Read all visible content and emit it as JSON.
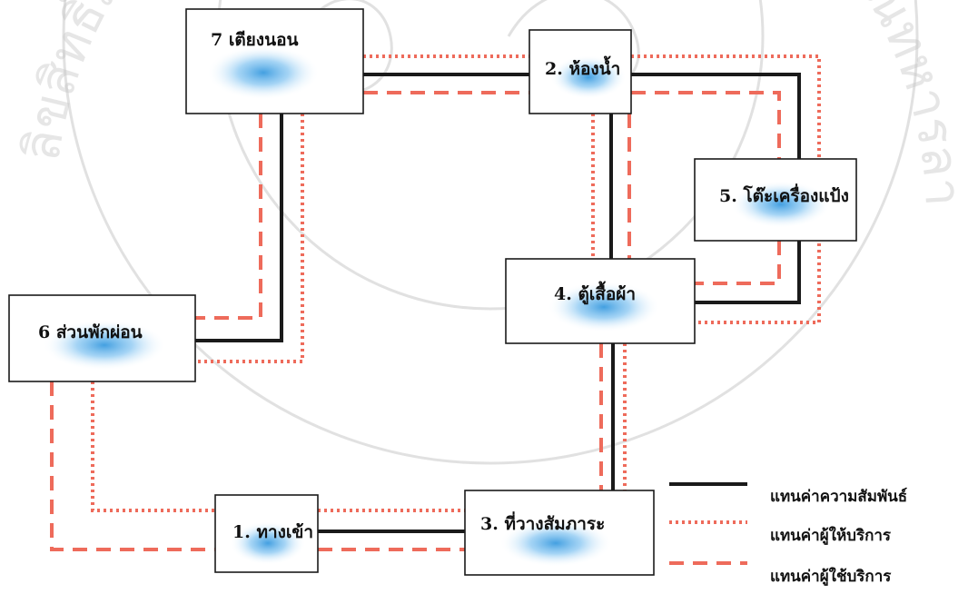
{
  "nodes": {
    "n7": {
      "label": "7 เตียงนอน"
    },
    "n2": {
      "label": "2. ห้องน้ำ"
    },
    "n5": {
      "label": "5. โต๊ะเครื่องแป้ง"
    },
    "n4": {
      "label": "4. ตู้เสื้อผ้า"
    },
    "n6": {
      "label": "6 ส่วนพักผ่อน"
    },
    "n1": {
      "label": "1. ทางเข้า"
    },
    "n3": {
      "label": "3. ที่วางสัมภาระ"
    }
  },
  "legend": {
    "relationship": "แทนค่าความสัมพันธ์",
    "provider": "แทนค่าผู้ให้บริการ",
    "user": "แทนค่าผู้ใช้บริการ"
  },
  "watermark": {
    "text": "ลิขสิทธิ์มหาวิทยาลัยเทคโนโลยีพระจอมเกล้าเจ้าคุณทหารลาดกระบัง"
  },
  "colors": {
    "relationship_line": "#1a1a1a",
    "provider_line": "#ee6b5b",
    "user_line": "#ee6b5b",
    "box_glow": "#4aa8e0"
  }
}
